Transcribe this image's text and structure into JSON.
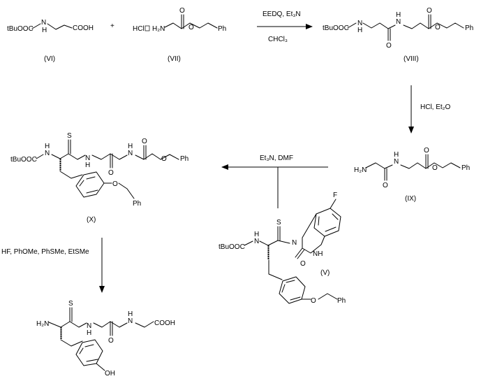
{
  "compounds": {
    "vi": {
      "id": "(VI)",
      "tbuooc": "tBuOOC",
      "nh": "N",
      "nh_h": "H",
      "acid": "COOH"
    },
    "plus": "+",
    "vii": {
      "id": "(VII)",
      "hcl": "HCl",
      "nh2": "H₂N",
      "o": "O",
      "o_ester": "O",
      "ph": "Ph"
    },
    "viii": {
      "id": "(VIII)",
      "tbuooc": "tBuOOC",
      "n1": "N",
      "n1_h": "H",
      "n2": "N",
      "n2_h": "H",
      "o1": "O",
      "o2": "O",
      "o_ester": "O",
      "ph": "Ph"
    },
    "ix": {
      "id": "(IX)",
      "nh2": "H₂N",
      "n": "N",
      "n_h": "H",
      "o1": "O",
      "o2": "O",
      "o_ester": "O",
      "ph": "Ph"
    },
    "x": {
      "id": "(X)",
      "tbuooc": "tBuOOC",
      "n1": "N",
      "n1_h": "H",
      "s": "S",
      "n2": "N",
      "n2_h": "H",
      "n3": "N",
      "n3_h": "H",
      "o1": "O",
      "o2": "O",
      "o_ester": "O",
      "o_ether": "O",
      "ph1": "Ph",
      "ph2": "Ph"
    },
    "v": {
      "id": "(V)",
      "f": "F",
      "tbuooc": "tBuOOC",
      "n1": "N",
      "n1_h": "H",
      "s": "S",
      "n_ring": "N",
      "nh_ring": "NH",
      "o_ring": "O",
      "o_ether": "O",
      "ph": "Ph"
    },
    "product": {
      "nh2": "H₂N",
      "s": "S",
      "n1": "N",
      "n1_h": "H",
      "n2": "N",
      "n2_h": "H",
      "o": "O",
      "acid": "COOH",
      "oh": "OH"
    }
  },
  "steps": {
    "step1": {
      "line1": "EEDQ, Et₃N",
      "line2": "CHCl₃"
    },
    "step2": {
      "label": "HCl, Et₂O"
    },
    "step3": {
      "label": "Et₃N, DMF"
    },
    "step4": {
      "label": "HF, PhOMe, PhSMe, EtSMe"
    }
  }
}
